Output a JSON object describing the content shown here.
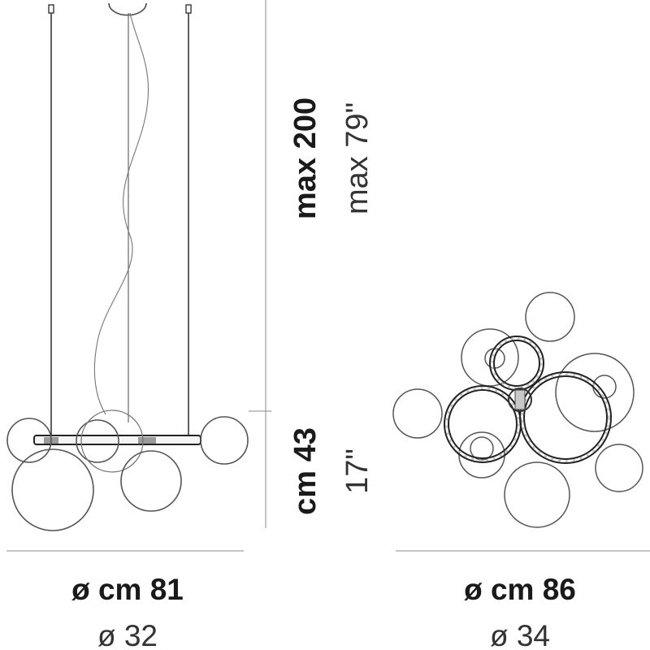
{
  "dimensions": {
    "height_max_cm": "max 200",
    "height_max_in": "max 79\"",
    "body_height_cm": "cm 43",
    "body_height_in": "17\"",
    "side_diameter_cm": "ø cm 81",
    "side_diameter_in": "ø 32",
    "top_diameter_cm": "ø cm 86",
    "top_diameter_in": "ø 34"
  },
  "colors": {
    "line": "#2b2b2b",
    "rule": "#8a8a8a",
    "globe": "#555555",
    "ring": "#222222"
  }
}
